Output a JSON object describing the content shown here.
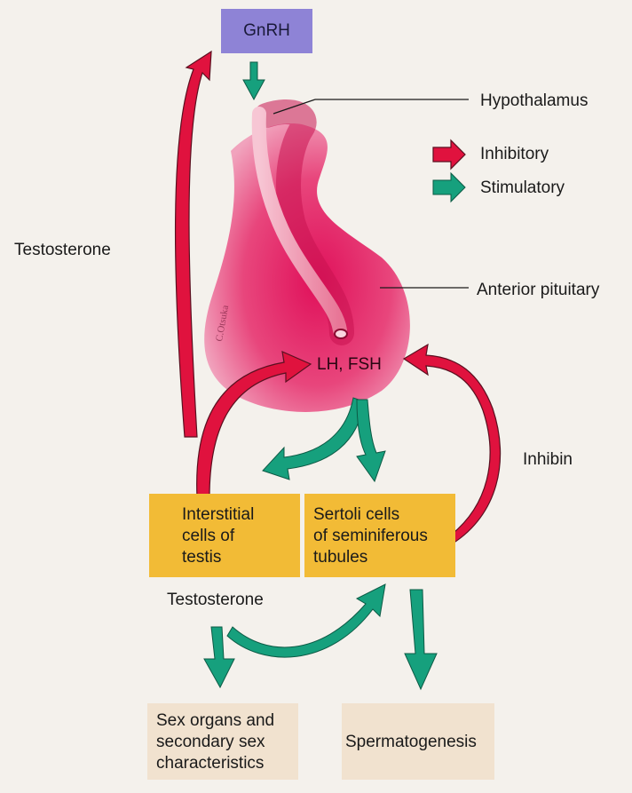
{
  "labels": {
    "gnrh": "GnRH",
    "hypothalamus": "Hypothalamus",
    "anterior_pituitary": "Anterior pituitary",
    "lh_fsh": "LH, FSH",
    "testosterone_left": "Testosterone",
    "testosterone_bottom": "Testosterone",
    "inhibin": "Inhibin",
    "artist_signature": "C.Otsuka"
  },
  "legend": [
    {
      "label": "Inhibitory",
      "color": "#e0123e",
      "meaning": "inhibitory"
    },
    {
      "label": "Stimulatory",
      "color": "#16a07d",
      "meaning": "stimulatory"
    }
  ],
  "boxes": {
    "interstitial": [
      "Interstitial",
      "cells of",
      "testis"
    ],
    "sertoli": [
      "Sertoli cells",
      "of seminiferous",
      "tubules"
    ],
    "sex_organs": [
      "Sex organs and",
      "secondary sex",
      "characteristics"
    ],
    "spermatogenesis": [
      "Spermatogenesis"
    ]
  },
  "colors": {
    "inhibitory": "#e0123e",
    "stimulatory": "#16a07d",
    "gnrh_box": "#8e83d6",
    "cell_box": "#f2bb36",
    "outcome_box": "#f1e2cf",
    "pituitary": "#e4336f"
  }
}
